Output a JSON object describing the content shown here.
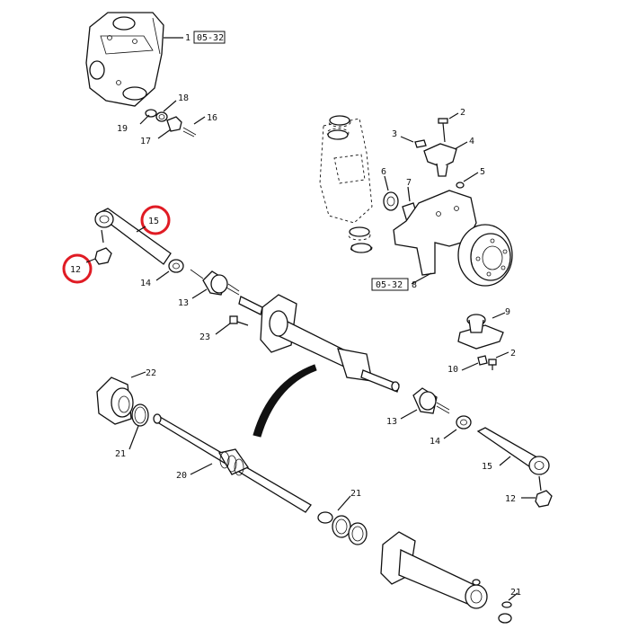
{
  "callouts": {
    "c1": "1",
    "c2a": "2",
    "c3": "3",
    "c4": "4",
    "c5": "5",
    "c6": "6",
    "c7": "7",
    "c8": "8",
    "c9": "9",
    "c10": "10",
    "c2b": "2",
    "c12a": "12",
    "c12b": "12",
    "c13a": "13",
    "c13b": "13",
    "c14a": "14",
    "c14b": "14",
    "c15a": "15",
    "c15b": "15",
    "c16": "16",
    "c17": "17",
    "c18": "18",
    "c19": "19",
    "c20": "20",
    "c21a": "21",
    "c21b": "21",
    "c21c": "21",
    "c22": "22",
    "c23": "23"
  },
  "refs": {
    "r1": "05-32",
    "r2": "05-32"
  },
  "highlight_color": "#e01b24"
}
